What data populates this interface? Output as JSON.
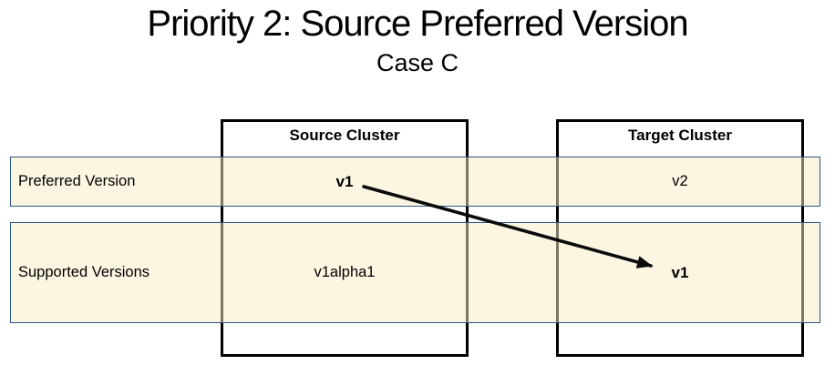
{
  "slide": {
    "title": "Priority 2: Source Preferred Version",
    "subtitle": "Case C"
  },
  "diagram": {
    "columns": [
      {
        "id": "source",
        "label": "Source Cluster"
      },
      {
        "id": "target",
        "label": "Target Cluster"
      }
    ],
    "rows": [
      {
        "id": "preferred",
        "label": "Preferred Version"
      },
      {
        "id": "supported",
        "label": "Supported Versions"
      }
    ],
    "cells": {
      "source_preferred": "v1",
      "source_supported": "v1alpha1",
      "target_preferred": "v2",
      "target_supported": "v1"
    },
    "arrow": {
      "from": "source_preferred",
      "to": "target_supported",
      "style": "solid-black-arrowhead"
    }
  },
  "colors": {
    "box_border": "#000000",
    "band_border": "#2E5586",
    "band_fill": "rgba(247,236,196,0.5)",
    "arrow": "#0a0a0a",
    "text": "#000000",
    "background": "#ffffff"
  }
}
